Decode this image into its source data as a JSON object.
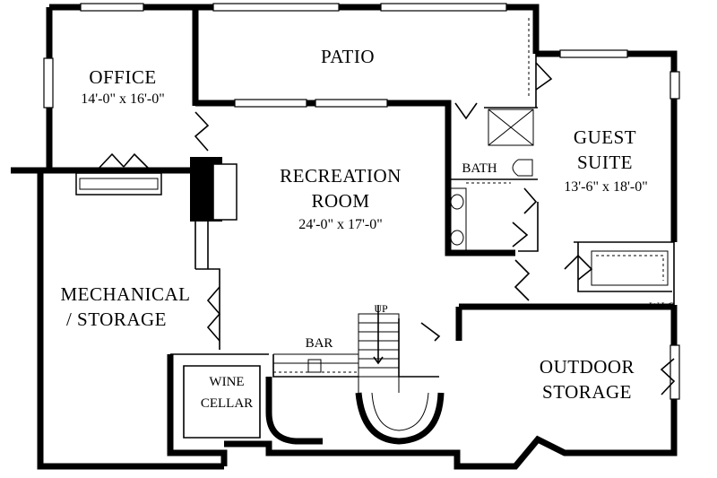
{
  "rooms": {
    "office": {
      "name": "OFFICE",
      "dims": "14'-0\" x 16'-0\""
    },
    "patio": {
      "name": "PATIO"
    },
    "recreation": {
      "name_line1": "RECREATION",
      "name_line2": "ROOM",
      "dims": "24'-0\" x 17'-0\""
    },
    "bath": {
      "name": "BATH"
    },
    "guest_suite": {
      "name_line1": "GUEST",
      "name_line2": "SUITE",
      "dims": "13'-6\" x 18'-0\""
    },
    "walk_in_closet": {
      "name": "W.I.C."
    },
    "mechanical": {
      "name_line1": "MECHANICAL",
      "name_line2": "/ STORAGE"
    },
    "wine_cellar": {
      "name_line1": "WINE",
      "name_line2": "CELLAR"
    },
    "bar": {
      "name": "BAR"
    },
    "stairs": {
      "name": "UP"
    },
    "outdoor_storage": {
      "name_line1": "OUTDOOR",
      "name_line2": "STORAGE"
    }
  }
}
